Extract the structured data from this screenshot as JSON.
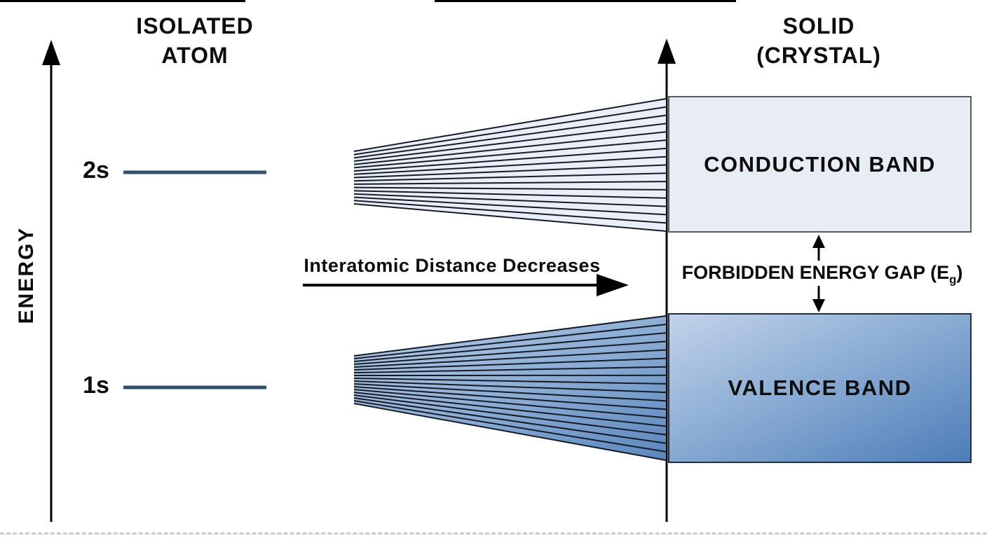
{
  "header": {
    "left_title_line1": "ISOLATED",
    "left_title_line2": "ATOM",
    "right_title_line1": "SOLID",
    "right_title_line2": "(CRYSTAL)"
  },
  "energy_axis": {
    "label": "ENERGY"
  },
  "levels": [
    {
      "label": "2s"
    },
    {
      "label": "1s"
    }
  ],
  "bands": {
    "conduction_label": "CONDUCTION BAND",
    "valence_label": "VALENCE BAND"
  },
  "gap": {
    "label_prefix": "FORBIDDEN ENERGY GAP (E",
    "label_subscript": "g",
    "label_suffix": ")"
  },
  "interatomic": {
    "label": "Interatomic Distance Decreases"
  },
  "colors": {
    "level_line": "#35506b",
    "conduction_fill": "#e8edf5",
    "conduction_border": "#5a5a5a",
    "valence_top": "#c2d3ea",
    "valence_mid": "#89abd3",
    "valence_bottom": "#4e7db8",
    "valence_border": "#1f3044",
    "fan_line": "#141c28",
    "ink": "#0d0d0d"
  }
}
